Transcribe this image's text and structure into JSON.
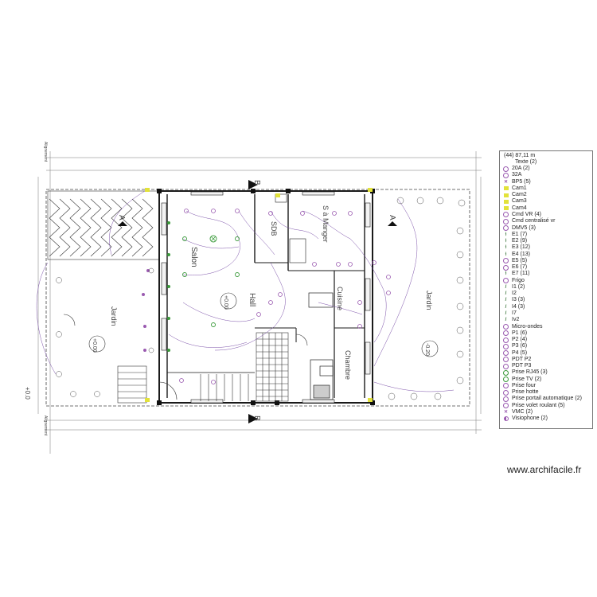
{
  "plan": {
    "rooms": {
      "salon": "Salon",
      "hall": "Hall",
      "sdb": "SDB",
      "sam": "S à Manger",
      "cuisine": "Cuisine",
      "chambre": "Chambre",
      "jardin_left": "Jardin",
      "jardin_right": "Jardin"
    },
    "levels": {
      "left": "+0.00",
      "right": "-0.20",
      "outside": "+0.0"
    },
    "section_marks": {
      "a": "A",
      "b": "B"
    },
    "side_labels": {
      "alignement": "Alignement"
    }
  },
  "legend": {
    "header": "(44) 87,11 m",
    "subheader": "Texte (2)",
    "items": [
      {
        "label": "20A (2)",
        "icon": "outlet"
      },
      {
        "label": "32A",
        "icon": "outlet"
      },
      {
        "label": "BP5 (5)",
        "icon": "x"
      },
      {
        "label": "Cam1",
        "icon": "cam"
      },
      {
        "label": "Cam2",
        "icon": "cam"
      },
      {
        "label": "Cam3",
        "icon": "cam"
      },
      {
        "label": "Cam4",
        "icon": "cam"
      },
      {
        "label": "Cmd VR (4)",
        "icon": "outlet"
      },
      {
        "label": "Cmd centralisé vr",
        "icon": "outlet"
      },
      {
        "label": "DMV5 (3)",
        "icon": "outlet"
      },
      {
        "label": "E1 (7)",
        "icon": "bar"
      },
      {
        "label": "E2 (9)",
        "icon": "bar"
      },
      {
        "label": "E3 (12)",
        "icon": "bar"
      },
      {
        "label": "E4 (13)",
        "icon": "bar"
      },
      {
        "label": "E5 (5)",
        "icon": "outlet"
      },
      {
        "label": "E6 (7)",
        "icon": "outlet"
      },
      {
        "label": "E7 (11)",
        "icon": "bar"
      },
      {
        "label": "Frigo",
        "icon": "outlet"
      },
      {
        "label": "I1 (2)",
        "icon": "line"
      },
      {
        "label": "I2",
        "icon": "line"
      },
      {
        "label": "I3 (3)",
        "icon": "line"
      },
      {
        "label": "I4 (3)",
        "icon": "line"
      },
      {
        "label": "I7",
        "icon": "line"
      },
      {
        "label": "Iv2",
        "icon": "line"
      },
      {
        "label": "Micro-ondes",
        "icon": "outlet"
      },
      {
        "label": "P1 (6)",
        "icon": "outlet"
      },
      {
        "label": "P2 (4)",
        "icon": "outlet"
      },
      {
        "label": "P3 (6)",
        "icon": "outlet"
      },
      {
        "label": "P4 (5)",
        "icon": "outlet"
      },
      {
        "label": "PDT P2",
        "icon": "outlet"
      },
      {
        "label": "PDT P3",
        "icon": "outlet"
      },
      {
        "label": "Prise RJ45 (3)",
        "icon": "outlet-g"
      },
      {
        "label": "Prise TV (2)",
        "icon": "outlet-g"
      },
      {
        "label": "Prise four",
        "icon": "outlet"
      },
      {
        "label": "Prise hotte",
        "icon": "outlet"
      },
      {
        "label": "Prise portail automatique (2)",
        "icon": "outlet"
      },
      {
        "label": "Prise volet roulant (5)",
        "icon": "outlet"
      },
      {
        "label": "VMC (2)",
        "icon": "x"
      },
      {
        "label": "Visiophone (2)",
        "icon": "half"
      }
    ]
  },
  "watermark": "www.archifacile.fr",
  "colors": {
    "wall": "#1a1a1a",
    "dim": "#555555",
    "wire": "#7a4fa8",
    "symbol_purple": "#9a5ab0",
    "symbol_green": "#3a9a3a",
    "accent_yellow": "#e2e23a"
  }
}
